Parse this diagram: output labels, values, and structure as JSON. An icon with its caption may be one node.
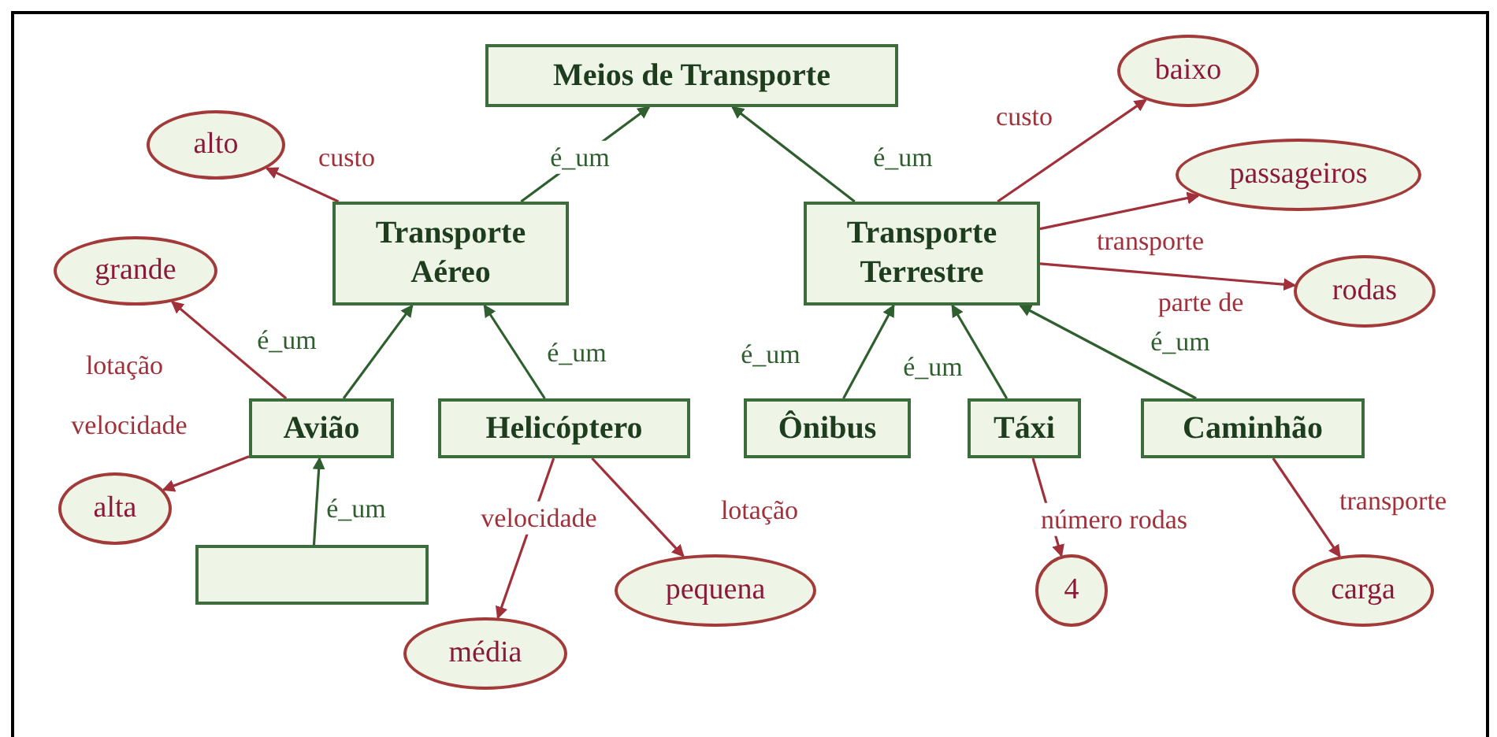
{
  "diagram": {
    "nodes": [
      {
        "text": [
          "Meios de Transporte"
        ]
      },
      {
        "text": [
          "Transporte Aéreo"
        ]
      },
      {
        "text": [
          "Transporte Terrestre"
        ]
      },
      {
        "text": [
          "alto"
        ]
      },
      {
        "text": [
          "grande"
        ]
      },
      {
        "text": [
          "Avião"
        ]
      },
      {
        "text": [
          "Helicóptero"
        ]
      },
      {
        "text": [
          "alta"
        ]
      },
      {
        "text": [],
        "shape": "box"
      },
      {
        "text": [
          "média"
        ]
      },
      {
        "text": [
          "pequena"
        ]
      },
      {
        "text": [
          "baixo"
        ]
      },
      {
        "text": [
          "passageiros"
        ]
      },
      {
        "text": [
          "rodas"
        ]
      },
      {
        "text": [
          "Ônibus"
        ]
      },
      {
        "text": [
          "Táxi"
        ]
      },
      {
        "text": [
          "Caminhão"
        ]
      },
      {
        "text": [
          "4"
        ]
      },
      {
        "text": [
          "carga"
        ]
      }
    ],
    "edges": [
      {
        "from": 1,
        "to": 0,
        "arrow": "to",
        "label": "é_um",
        "color": "#2f5f2f"
      },
      {
        "from": 2,
        "to": 0,
        "arrow": "to",
        "label": "é_um",
        "color": "#2f5f2f"
      },
      {
        "from": 1,
        "to": 3,
        "arrow": "to",
        "label": "custo"
      },
      {
        "from": 5,
        "to": 1,
        "arrow": "to",
        "label": "é_um",
        "color": "#2f5f2f"
      },
      {
        "from": 6,
        "to": 1,
        "arrow": "to",
        "label": "é_um",
        "color": "#2f5f2f"
      },
      {
        "from": 5,
        "to": 4,
        "arrow": "to",
        "label": "lotação"
      },
      {
        "from": 5,
        "to": 7,
        "arrow": "to",
        "label": "velocidade"
      },
      {
        "from": 8,
        "to": 5,
        "arrow": "to",
        "label": "é_um",
        "color": "#2f5f2f"
      },
      {
        "from": 6,
        "to": 9,
        "arrow": "to",
        "label": "velocidade"
      },
      {
        "from": 6,
        "to": 10,
        "arrow": "to",
        "label": "lotação"
      },
      {
        "from": 2,
        "to": 11,
        "arrow": "to",
        "label": "custo"
      },
      {
        "from": 2,
        "to": 12,
        "arrow": "to",
        "label": "transporte"
      },
      {
        "from": 2,
        "to": 13,
        "arrow": "to",
        "label": "parte de"
      },
      {
        "from": 14,
        "to": 2,
        "arrow": "to",
        "label": "é_um",
        "color": "#2f5f2f"
      },
      {
        "from": 15,
        "to": 2,
        "arrow": "to",
        "label": "é_um",
        "color": "#2f5f2f"
      },
      {
        "from": 16,
        "to": 2,
        "arrow": "to",
        "label": "é_um",
        "color": "#2f5f2f"
      },
      {
        "from": 15,
        "to": 17,
        "arrow": "to",
        "label": "número rodas"
      },
      {
        "from": 16,
        "to": 18,
        "arrow": "to",
        "label": "transporte"
      }
    ]
  }
}
